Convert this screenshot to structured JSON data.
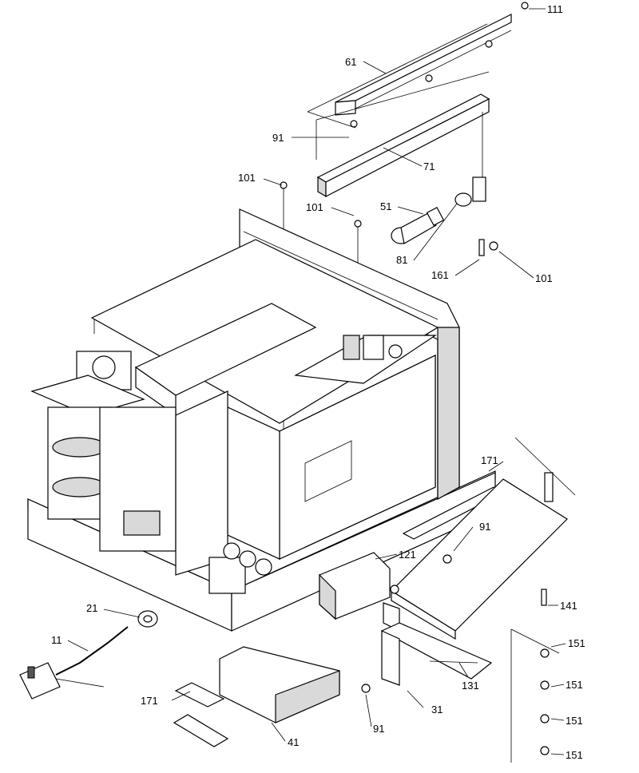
{
  "callouts": [
    {
      "id": "c111",
      "text": "111"
    },
    {
      "id": "c61",
      "text": "61"
    },
    {
      "id": "c91a",
      "text": "91"
    },
    {
      "id": "c71",
      "text": "71"
    },
    {
      "id": "c101a",
      "text": "101"
    },
    {
      "id": "c101b",
      "text": "101"
    },
    {
      "id": "c51",
      "text": "51"
    },
    {
      "id": "c81",
      "text": "81"
    },
    {
      "id": "c161",
      "text": "161"
    },
    {
      "id": "c101c",
      "text": "101"
    },
    {
      "id": "c171a",
      "text": "171"
    },
    {
      "id": "c91b",
      "text": "91"
    },
    {
      "id": "c121",
      "text": "121"
    },
    {
      "id": "c141",
      "text": "141"
    },
    {
      "id": "c21",
      "text": "21"
    },
    {
      "id": "c11",
      "text": "11"
    },
    {
      "id": "c151a",
      "text": "151"
    },
    {
      "id": "c151b",
      "text": "151"
    },
    {
      "id": "c151c",
      "text": "151"
    },
    {
      "id": "c151d",
      "text": "151"
    },
    {
      "id": "c131",
      "text": "131"
    },
    {
      "id": "c171b",
      "text": "171"
    },
    {
      "id": "c31",
      "text": "31"
    },
    {
      "id": "c91c",
      "text": "91"
    },
    {
      "id": "c41",
      "text": "41"
    }
  ]
}
